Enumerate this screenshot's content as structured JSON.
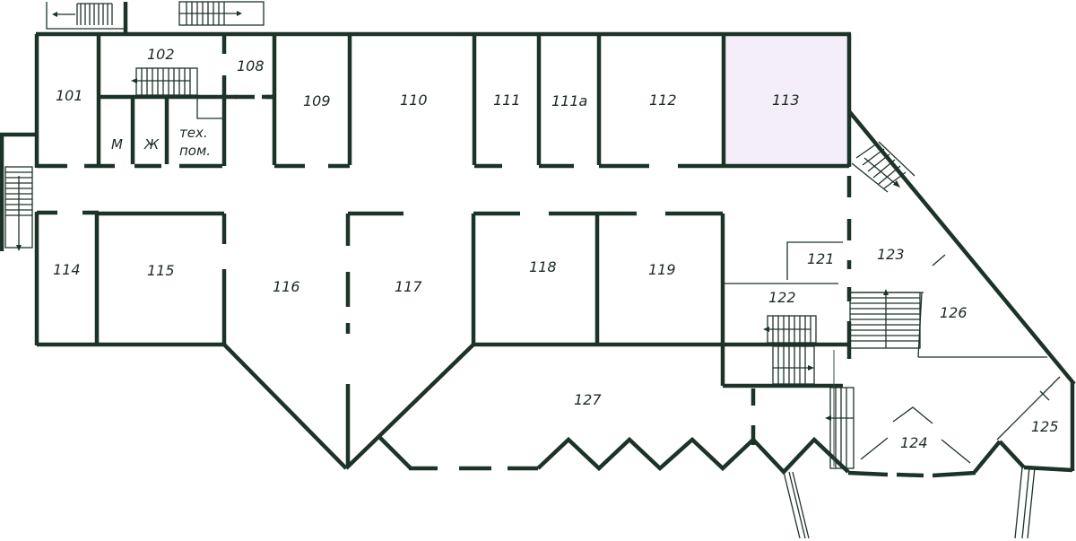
{
  "colors": {
    "wall": "#1c3328",
    "highlighted_room_fill": "#f3eef8",
    "background": "#ffffff"
  },
  "rooms": {
    "r101": "101",
    "r102": "102",
    "r108": "108",
    "r109": "109",
    "r110": "110",
    "r111": "111",
    "r111a": "111а",
    "r112": "112",
    "r113": "113",
    "r114": "114",
    "r115": "115",
    "r116": "116",
    "r117": "117",
    "r118": "118",
    "r119": "119",
    "r121": "121",
    "r122": "122",
    "r123": "123",
    "r124": "124",
    "r125": "125",
    "r126": "126",
    "r127": "127",
    "men": "М",
    "women": "Ж",
    "tech_line1": "тех.",
    "tech_line2": "пом."
  },
  "highlighted_room": "113"
}
